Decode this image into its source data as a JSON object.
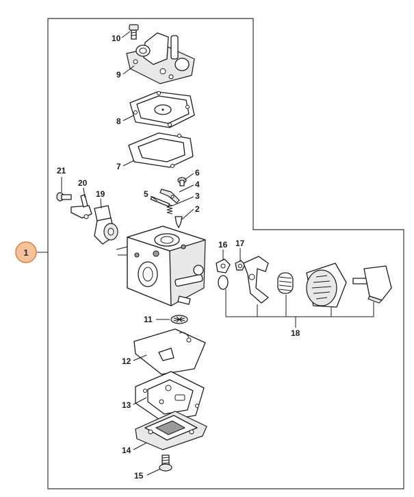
{
  "callout": {
    "label": "1",
    "fill": "#f6c29a",
    "stroke": "#d9803f"
  },
  "parts": {
    "p2": "2",
    "p3": "3",
    "p4": "4",
    "p5": "5",
    "p6": "6",
    "p7": "7",
    "p8": "8",
    "p9": "9",
    "p10": "10",
    "p11": "11",
    "p12": "12",
    "p13": "13",
    "p14": "14",
    "p15": "15",
    "p16": "16",
    "p17": "17",
    "p18": "18",
    "p19": "19",
    "p20": "20",
    "p21": "21"
  }
}
